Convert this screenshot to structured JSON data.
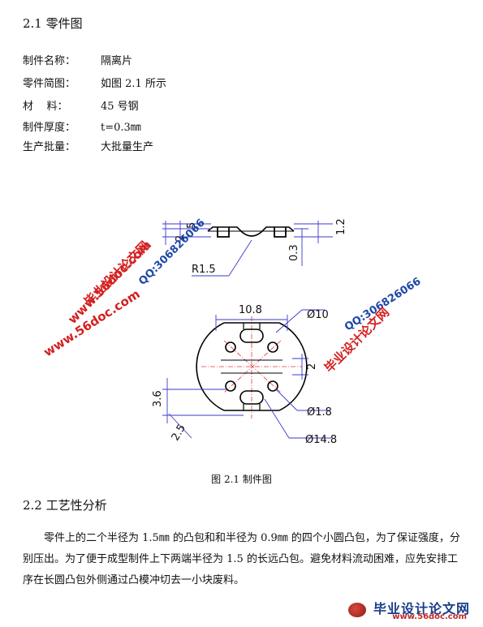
{
  "section_1": {
    "title": "2.1 零件图"
  },
  "info": [
    {
      "label": "制件名称：",
      "value": "隔离片"
    },
    {
      "label": "零件简图：",
      "value": "如图 2.1 所示"
    },
    {
      "label": "材    料：",
      "value": "45 号钢"
    },
    {
      "label": "制件厚度：",
      "value": "t=0.3㎜"
    },
    {
      "label": "生产批量：",
      "value": "大批量生产"
    }
  ],
  "drawing": {
    "dims": {
      "d5": "5",
      "d2": "2",
      "d1_2": "1.2",
      "d0_3": "0.3",
      "r1_5": "R1.5",
      "d10_8": "10.8",
      "d10": "Ø10",
      "d2b": "2",
      "d3_6": "3.6",
      "d1_8": "Ø1.8",
      "d2_5": "2.5",
      "d14_8": "Ø14.8"
    },
    "watermarks": {
      "wm1": "毕业设计论文网",
      "wm2": "www.56doc.com",
      "wm3": "QQ:306826066",
      "wm4": "www.56doc.com",
      "wm5": "QQ:306826066",
      "wm6": "毕业设计论文网"
    }
  },
  "caption": "图 2.1   制件图",
  "section_2": {
    "title": "2.2 工艺性分析"
  },
  "paragraph": "零件上的二个半径为 1.5㎜ 的凸包和和半径为 0.9㎜ 的四个小圆凸包，为了保证强度，分别压出。为了便于成型制件上下两端半径为 1.5 的长远凸包。避免材料流动困难，应先安排工序在长圆凸包外侧通过凸模冲切去一小块废料。",
  "footer": {
    "site": "毕业设计论文网",
    "url": "www.56doc.com"
  },
  "colors": {
    "dimension": "#3a3acc",
    "centerline": "#e23a3a",
    "watermark_red": "#d42020",
    "watermark_blue": "#1d48a8",
    "outline": "#000000"
  }
}
